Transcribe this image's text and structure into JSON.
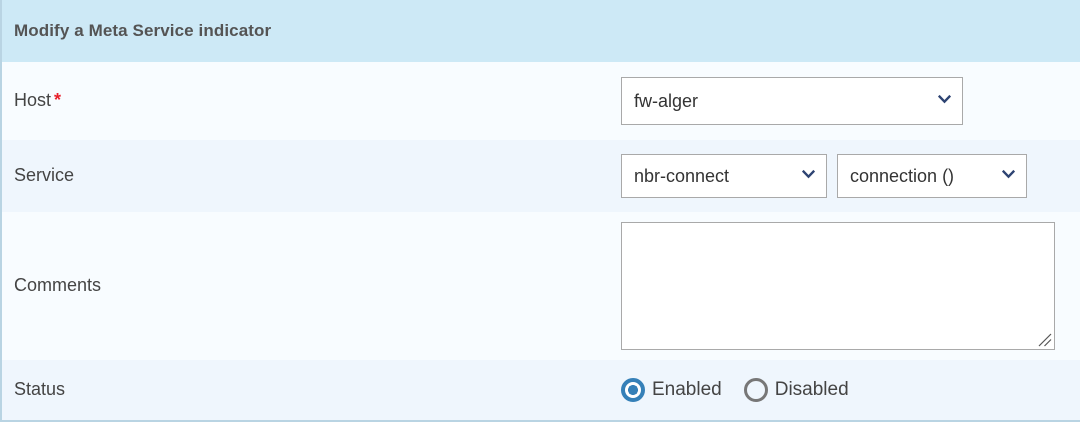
{
  "header": {
    "title": "Modify a Meta Service indicator"
  },
  "form": {
    "rows": [
      {
        "label": "Host",
        "required_marker": "*"
      },
      {
        "label": "Service"
      },
      {
        "label": "Comments"
      },
      {
        "label": "Status"
      }
    ],
    "host_select": {
      "value": "fw-alger",
      "icon": "chevron-down-icon"
    },
    "service_select": {
      "value": "nbr-connect",
      "icon": "chevron-down-icon"
    },
    "metric_select": {
      "value": "connection ()",
      "icon": "chevron-down-icon"
    },
    "comments_textarea": {
      "value": "",
      "placeholder": ""
    },
    "status_radios": [
      {
        "label": "Enabled",
        "selected": true
      },
      {
        "label": "Disabled",
        "selected": false
      }
    ]
  },
  "colors": {
    "header_background": "#cde9f6",
    "header_text": "#545454",
    "row_odd_background": "#f8fcff",
    "row_even_background": "#eff6fd",
    "panel_border": "#b9d4e3",
    "field_border": "#a9a9a9",
    "required_star": "#e8202a",
    "chevron": "#2d4372",
    "radio_selected": "#3580b8",
    "radio_unselected": "#777777",
    "label_text": "#444444"
  }
}
